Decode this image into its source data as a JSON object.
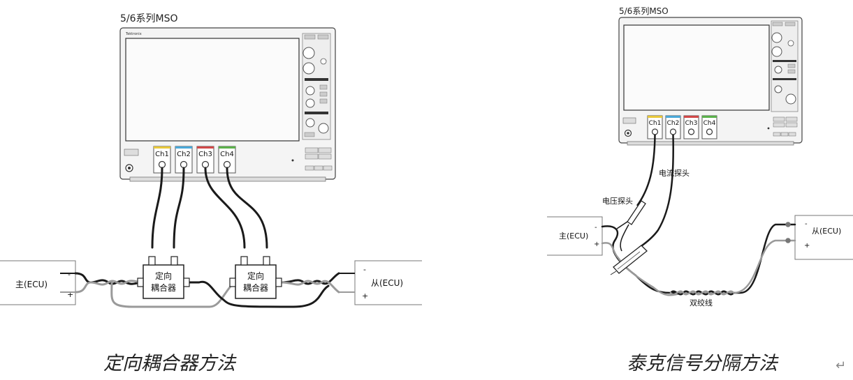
{
  "left": {
    "scope_title": "5/6系列MSO",
    "brand": "Tektronix",
    "channels": [
      "Ch1",
      "Ch2",
      "Ch3",
      "Ch4"
    ],
    "coupler_line1": "定向",
    "coupler_line2": "耦合器",
    "master_label": "主(ECU)",
    "slave_label": "从(ECU)",
    "minus": "-",
    "plus": "+",
    "caption": "定向耦合器方法"
  },
  "right": {
    "scope_title": "5/6系列MSO",
    "channels": [
      "Ch1",
      "Ch2",
      "Ch3",
      "Ch4"
    ],
    "current_probe": "电流探头",
    "voltage_probe": "电压探头",
    "master_label": "主(ECU)",
    "slave_label": "从(ECU)",
    "minus": "-",
    "plus": "+",
    "twisted_pair": "双绞线",
    "caption": "泰克信号分隔方法",
    "return_mark": "↵"
  },
  "colors": {
    "ch1": "#e8c83a",
    "ch2": "#4aa8d8",
    "ch3": "#d04848",
    "ch4": "#5ab04a",
    "cable_dark": "#1a1a1a",
    "cable_gray": "#9a9a9a",
    "outline": "#555555"
  }
}
